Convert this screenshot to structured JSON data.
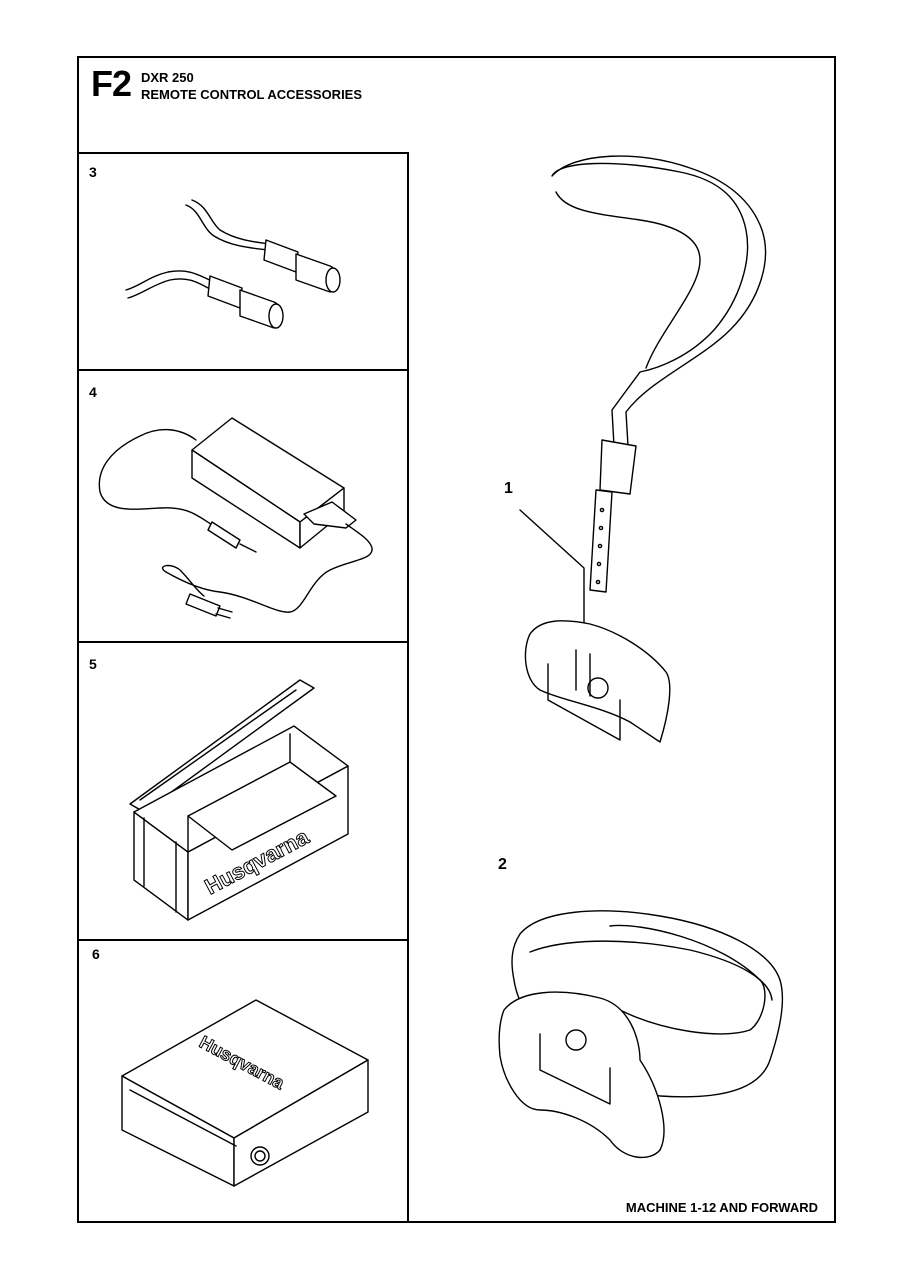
{
  "header": {
    "code": "F2",
    "model": "DXR 250",
    "title": "REMOTE CONTROL ACCESSORIES"
  },
  "items": [
    {
      "number": "3",
      "part": "cable"
    },
    {
      "number": "4",
      "part": "charger"
    },
    {
      "number": "5",
      "part": "transport-box"
    },
    {
      "number": "6",
      "part": "battery-box"
    }
  ],
  "callouts": [
    {
      "number": "1",
      "part": "harness-strap"
    },
    {
      "number": "2",
      "part": "belt"
    }
  ],
  "brand_mark": "Husqvarna",
  "footer": "MACHINE 1-12 AND FORWARD"
}
